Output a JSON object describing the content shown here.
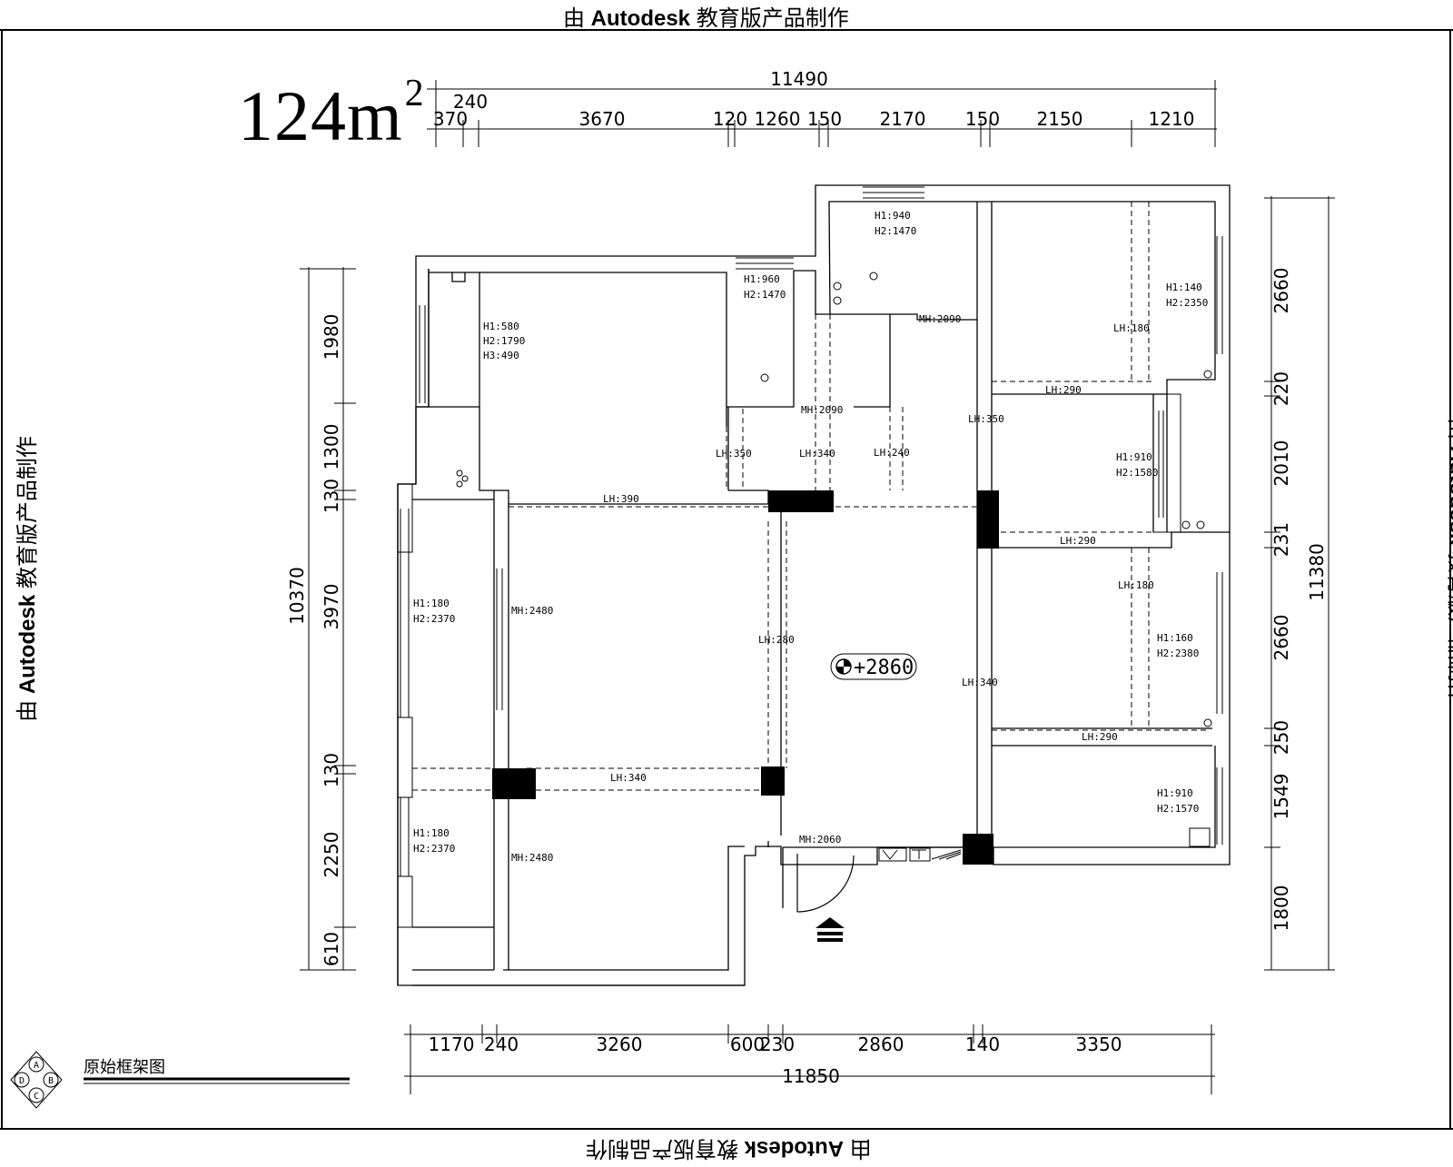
{
  "watermark": {
    "prefix": "由 ",
    "brand": "Autodesk",
    "suffix": " 教育版产品制作"
  },
  "area": {
    "value": "124m",
    "unit_sup": "2"
  },
  "plan_title": "原始框架图",
  "elevation": "+2860",
  "compass": {
    "a": "A",
    "b": "B",
    "c": "C",
    "d": "D"
  },
  "dims": {
    "top_total": "11490",
    "top_240": "240",
    "top_row": [
      "370",
      "3670",
      "120",
      "1260",
      "150",
      "2170",
      "150",
      "2150",
      "1210"
    ],
    "bottom_row": [
      "1170",
      "240",
      "3260",
      "600",
      "230",
      "2860",
      "140",
      "3350"
    ],
    "bottom_total": "11850",
    "left_total": "10370",
    "left_row": [
      "1980",
      "1300",
      "130",
      "3970",
      "130",
      "2250",
      "610"
    ],
    "right_total": "11380",
    "right_row": [
      "2660",
      "220",
      "2010",
      "231",
      "2660",
      "250",
      "1549",
      "1800"
    ]
  },
  "labels": {
    "win_a_1": "H1:580",
    "win_a_2": "H2:1790",
    "win_a_3": "H3:490",
    "win_b_1": "H1:960",
    "win_b_2": "H2:1470",
    "win_c_1": "H1:940",
    "win_c_2": "H2:1470",
    "win_d_1": "H1:140",
    "win_d_2": "H2:2350",
    "win_e_1": "H1:910",
    "win_e_2": "H2:1580",
    "win_f_1": "H1:160",
    "win_f_2": "H2:2380",
    "win_g_1": "H1:910",
    "win_g_2": "H2:1570",
    "win_h_1": "H1:180",
    "win_h_2": "H2:2370",
    "win_i_1": "H1:180",
    "win_i_2": "H2:2370",
    "mh_2090_a": "MH:2090",
    "mh_2090_b": "MH:2090",
    "mh_2480_a": "MH:2480",
    "mh_2480_b": "MH:2480",
    "mh_2060": "MH:2060",
    "lh_390": "LH:390",
    "lh_340_a": "LH:340",
    "lh_350_a": "LH:350",
    "lh_340_b": "LH:340",
    "lh_240": "LH:240",
    "lh_350_b": "LH:350",
    "lh_290_a": "LH:290",
    "lh_290_b": "LH:290",
    "lh_290_c": "LH:290",
    "lh_180_a": "LH:180",
    "lh_180_b": "LH:180",
    "lh_280": "LH:280",
    "lh_340_c": "LH:340"
  }
}
